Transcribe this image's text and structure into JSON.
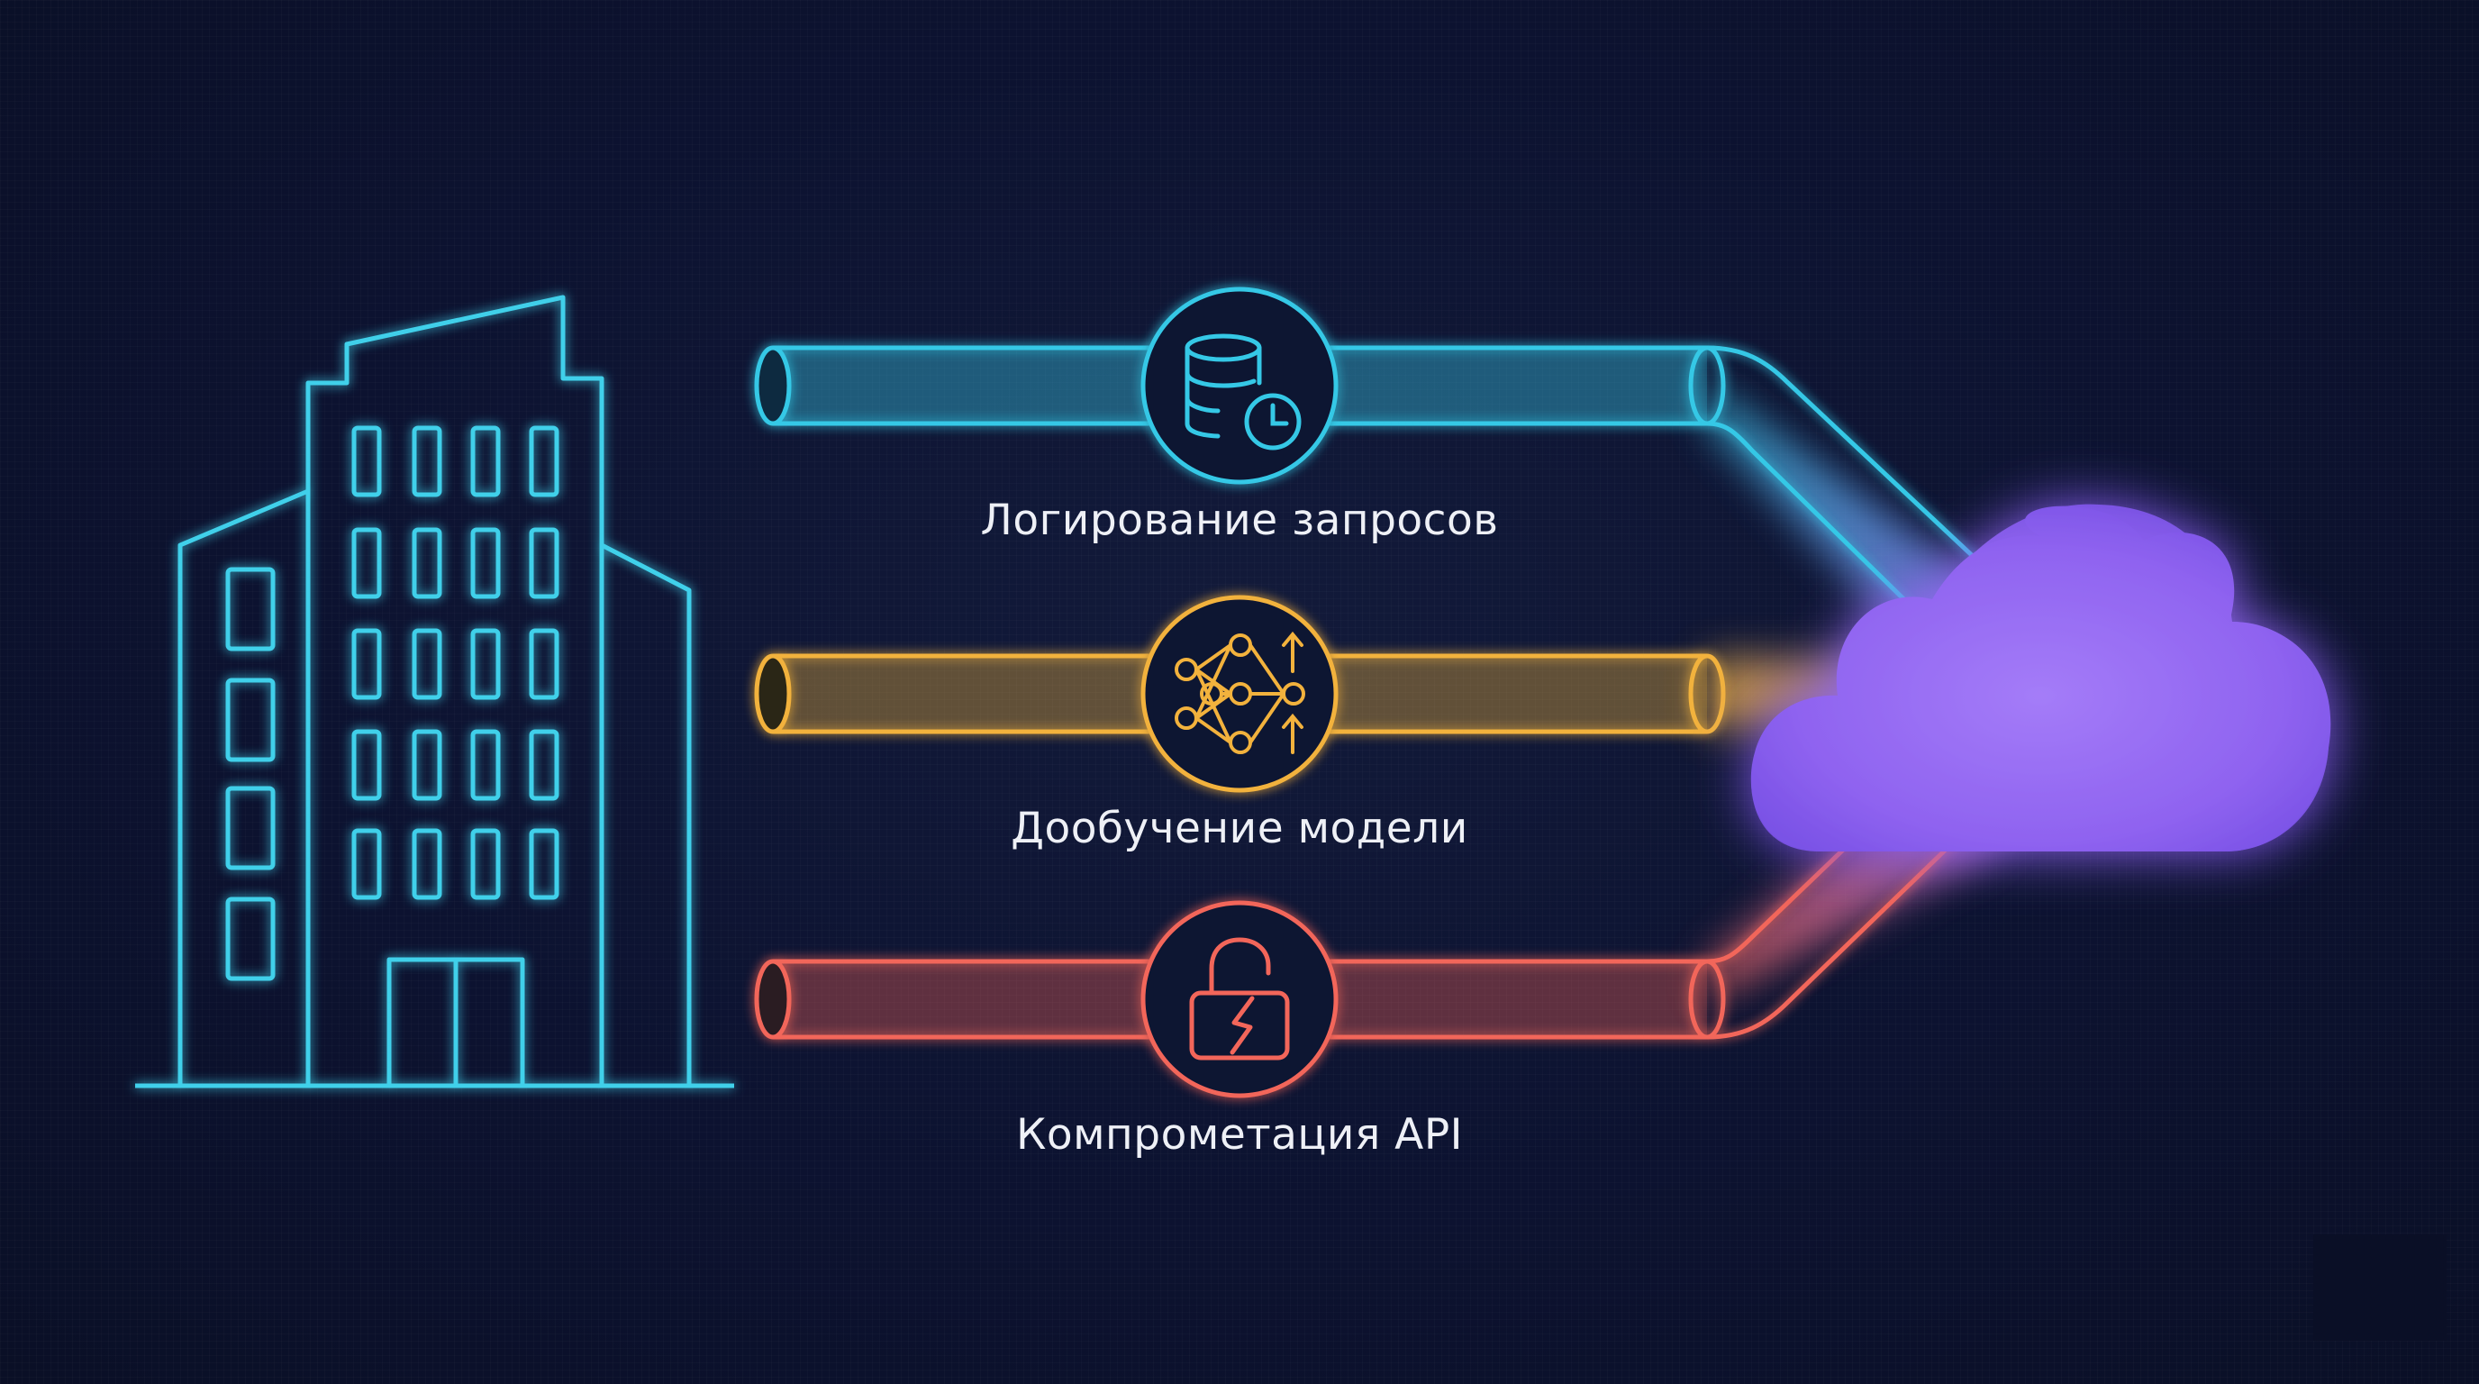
{
  "colors": {
    "background": "#0c1230",
    "building": "#3fd0ea",
    "logging": "#35c8e6",
    "finetune": "#f2b23c",
    "compromise": "#f2665a",
    "cloud": "#9c6cf5"
  },
  "channels": [
    {
      "label": "Логирование запросов",
      "icon": "database-clock-icon"
    },
    {
      "label": "Дообучение модели",
      "icon": "neural-network-icon"
    },
    {
      "label": "Компрометация API",
      "icon": "broken-lock-icon"
    }
  ],
  "icons": {
    "building": "office-building-icon",
    "cloud": "cloud-icon"
  }
}
